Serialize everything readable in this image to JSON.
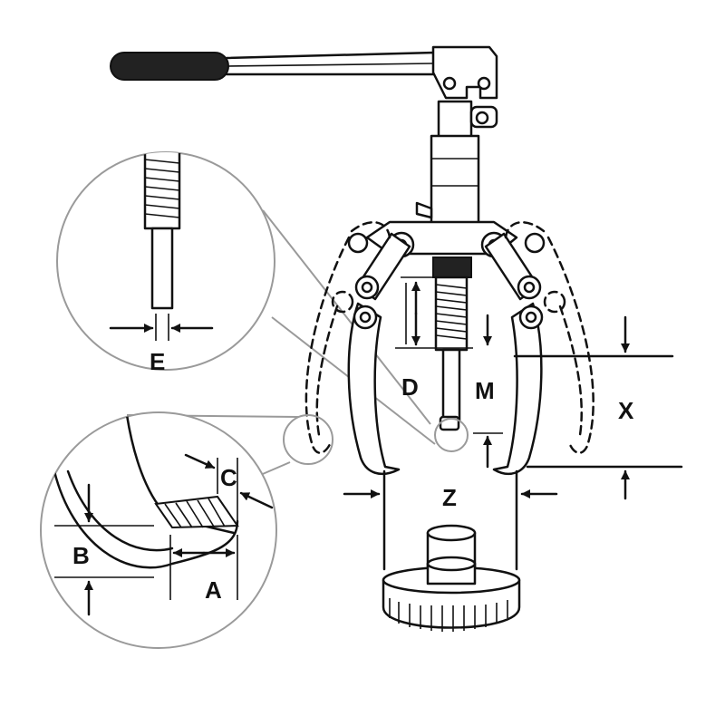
{
  "diagram": {
    "labels": {
      "d": "D",
      "m": "M",
      "x": "X",
      "z": "Z",
      "e": "E",
      "c": "C",
      "b": "B",
      "a": "A"
    },
    "colors": {
      "ink": "#111111",
      "grip": "#222222",
      "callout_outline": "#9a9a9a",
      "background": "#ffffff"
    }
  }
}
